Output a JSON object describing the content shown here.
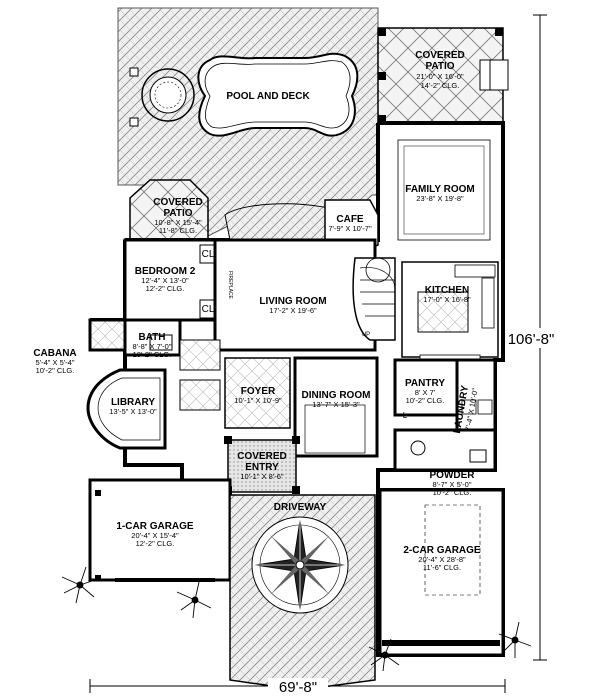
{
  "rooms": {
    "pool": {
      "name": "POOL AND DECK"
    },
    "cov_patio_r": {
      "name": "COVERED",
      "name2": "PATIO",
      "dims": "21'-0\" X 16'-0\"",
      "clg": "14'-2\" CLG."
    },
    "cov_patio_l": {
      "name": "COVERED",
      "name2": "PATIO",
      "dims": "10'-8\" X 15'-4\"",
      "clg": "11'-8\" CLG."
    },
    "family": {
      "name": "FAMILY ROOM",
      "dims": "23'-8\" X 19'-8\""
    },
    "cafe": {
      "name": "CAFE",
      "dims": "7'-9\" X 10'-7\""
    },
    "bedroom2": {
      "name": "BEDROOM 2",
      "dims": "12'-4\" X 13'-0\"",
      "clg": "12'-2\" CLG."
    },
    "living": {
      "name": "LIVING ROOM",
      "dims": "17'-2\" X 19'-6\""
    },
    "kitchen": {
      "name": "KITCHEN",
      "dims": "17'-0\" X 16'-8\""
    },
    "bath": {
      "name": "BATH",
      "dims": "8'-8\" X 7'-0\"",
      "clg": "10'-2\" CLG."
    },
    "cabana": {
      "name": "CABANA",
      "dims": "5'-4\" X 5'-4\"",
      "clg": "10'-2\" CLG."
    },
    "library": {
      "name": "LIBRARY",
      "dims": "13'-5\" X 13'-0\""
    },
    "foyer": {
      "name": "FOYER",
      "dims": "10'-1\" X 10'-9\""
    },
    "dining": {
      "name": "DINING ROOM",
      "dims": "13'-7\" X 15'-3\""
    },
    "pantry": {
      "name": "PANTRY",
      "dims": "8' X 7'",
      "clg": "10'-2\" CLG."
    },
    "laundry": {
      "name": "LAUNDRY",
      "dims": "7'-4\" X 10'-0\""
    },
    "cov_entry": {
      "name": "COVERED",
      "name2": "ENTRY",
      "dims": "10'-1\" X 8'-6\""
    },
    "powder": {
      "name": "POWDER",
      "dims": "8'-7\" X 5'-0\"",
      "clg": "10'-2\" CLG."
    },
    "garage1": {
      "name": "1-CAR GARAGE",
      "dims": "20'-4\" X 15'-4\"",
      "clg": "12'-2\" CLG."
    },
    "driveway": {
      "name": "DRIVEWAY"
    },
    "garage2": {
      "name": "2-CAR GARAGE",
      "dims": "20'-4\" X 28'-8\"",
      "clg": "11'-6\" CLG."
    }
  },
  "small_labels": {
    "cl": "CL",
    "fireplace": "FIREPLACE",
    "up": "UP",
    "l": "L"
  },
  "dimensions": {
    "width": "69'-8\"",
    "depth": "106'-8\""
  }
}
